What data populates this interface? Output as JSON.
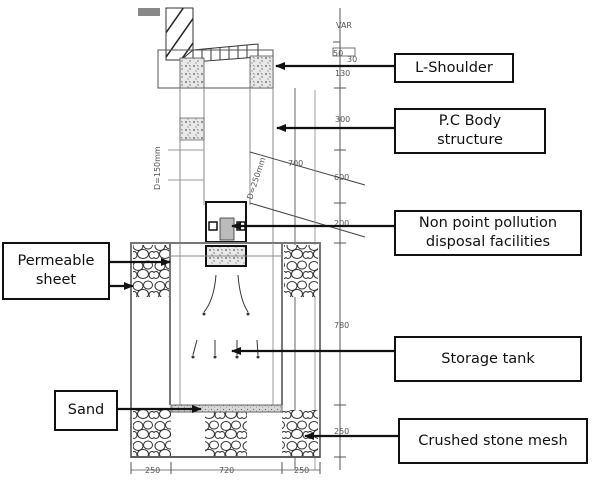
{
  "title": "Non-point pollution storage tank cross-section",
  "labels": {
    "l_shoulder": "L-Shoulder",
    "pc_body": [
      "P.C Body",
      "structure"
    ],
    "non_point": [
      "Non point pollution",
      "disposal facilities"
    ],
    "permeable": [
      "Permeable",
      "sheet"
    ],
    "storage": "Storage tank",
    "sand": "Sand",
    "crushed": "Crushed stone mesh"
  },
  "dimensions": {
    "var": "VAR",
    "d50": "50",
    "d30": "30",
    "d130": "130",
    "d300": "300",
    "d700": "700",
    "d600": "600",
    "d200": "200",
    "d780": "780",
    "d250_right": "250",
    "bottom_left": "250",
    "bottom_mid": "720",
    "bottom_right": "250",
    "pipe_left": "D=150mm",
    "pipe_right": "D=250mm"
  }
}
